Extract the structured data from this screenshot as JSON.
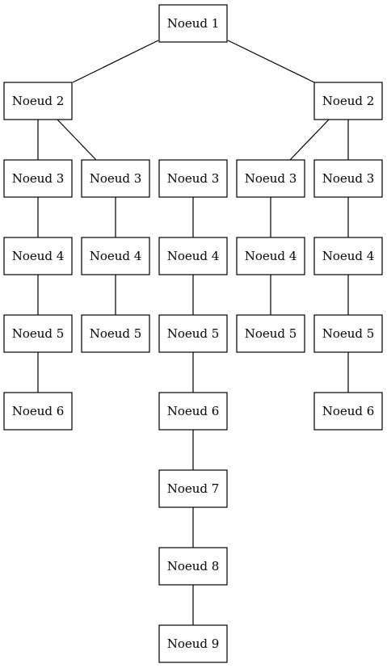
{
  "diagram": {
    "type": "tree",
    "nodes": [
      {
        "id": "n1",
        "label": "Noeud 1"
      },
      {
        "id": "n2a",
        "label": "Noeud 2"
      },
      {
        "id": "n2b",
        "label": "Noeud 2"
      },
      {
        "id": "n3a",
        "label": "Noeud 3"
      },
      {
        "id": "n3b",
        "label": "Noeud 3"
      },
      {
        "id": "n3c",
        "label": "Noeud 3"
      },
      {
        "id": "n3d",
        "label": "Noeud 3"
      },
      {
        "id": "n3e",
        "label": "Noeud 3"
      },
      {
        "id": "n4a",
        "label": "Noeud 4"
      },
      {
        "id": "n4b",
        "label": "Noeud 4"
      },
      {
        "id": "n4c",
        "label": "Noeud 4"
      },
      {
        "id": "n4d",
        "label": "Noeud 4"
      },
      {
        "id": "n4e",
        "label": "Noeud 4"
      },
      {
        "id": "n5a",
        "label": "Noeud 5"
      },
      {
        "id": "n5b",
        "label": "Noeud 5"
      },
      {
        "id": "n5c",
        "label": "Noeud 5"
      },
      {
        "id": "n5d",
        "label": "Noeud 5"
      },
      {
        "id": "n5e",
        "label": "Noeud 5"
      },
      {
        "id": "n6a",
        "label": "Noeud 6"
      },
      {
        "id": "n6c",
        "label": "Noeud 6"
      },
      {
        "id": "n6e",
        "label": "Noeud 6"
      },
      {
        "id": "n7",
        "label": "Noeud 7"
      },
      {
        "id": "n8",
        "label": "Noeud 8"
      },
      {
        "id": "n9",
        "label": "Noeud 9"
      }
    ],
    "edges": [
      [
        "n1",
        "n2a"
      ],
      [
        "n1",
        "n2b"
      ],
      [
        "n2a",
        "n3a"
      ],
      [
        "n2a",
        "n3b"
      ],
      [
        "n2b",
        "n3d"
      ],
      [
        "n2b",
        "n3e"
      ],
      [
        "n3a",
        "n4a"
      ],
      [
        "n3b",
        "n4b"
      ],
      [
        "n3c",
        "n4c"
      ],
      [
        "n3d",
        "n4d"
      ],
      [
        "n3e",
        "n4e"
      ],
      [
        "n4a",
        "n5a"
      ],
      [
        "n4b",
        "n5b"
      ],
      [
        "n4c",
        "n5c"
      ],
      [
        "n4d",
        "n5d"
      ],
      [
        "n4e",
        "n5e"
      ],
      [
        "n5a",
        "n6a"
      ],
      [
        "n5c",
        "n6c"
      ],
      [
        "n5e",
        "n6e"
      ],
      [
        "n6c",
        "n7"
      ],
      [
        "n7",
        "n8"
      ],
      [
        "n8",
        "n9"
      ]
    ]
  }
}
